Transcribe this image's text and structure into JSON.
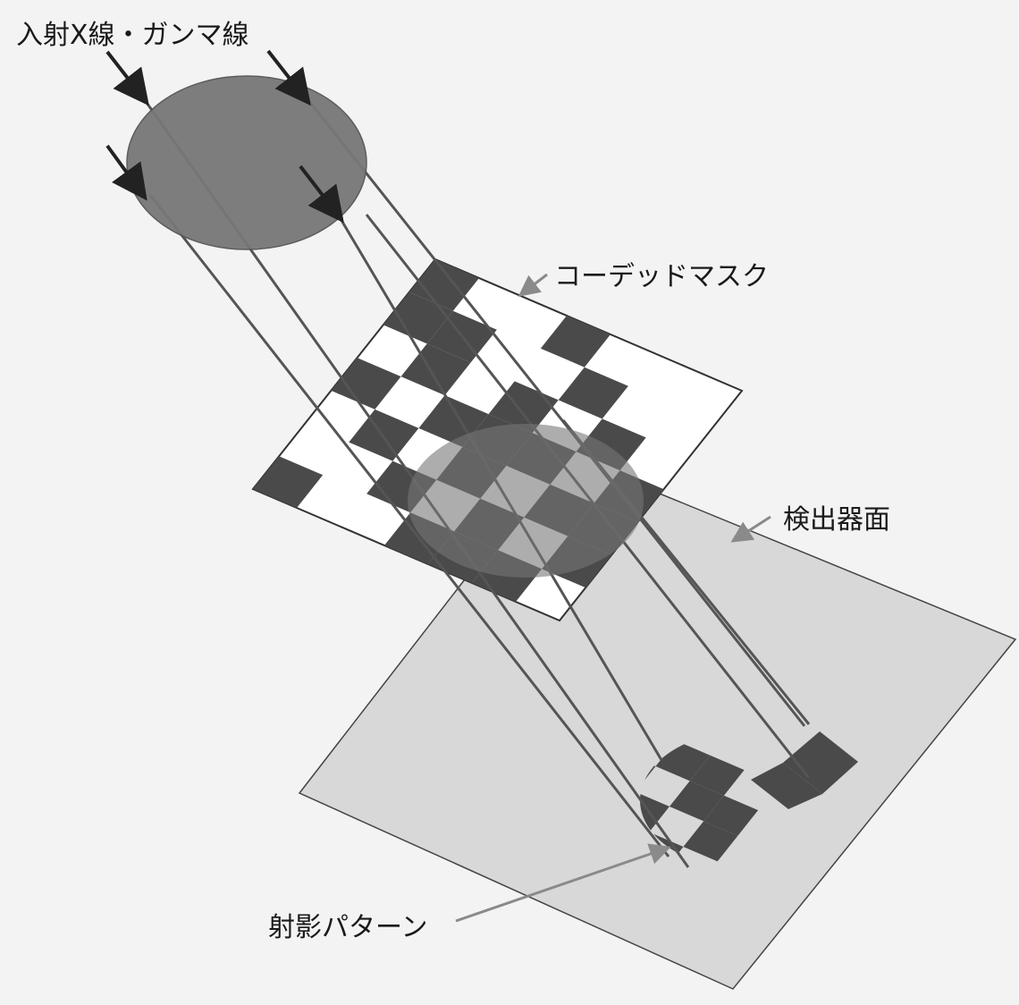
{
  "labels": {
    "incident": "入射X線・ガンマ線",
    "mask": "コーデッドマスク",
    "detector": "検出器面",
    "pattern": "射影パターン"
  },
  "colors": {
    "background": "#f3f3f3",
    "source": "#777777",
    "source_stroke": "#555555",
    "mask_dark": "#4a4a4a",
    "mask_light": "#ffffff",
    "mask_border": "#333333",
    "detector": "#d8d8d8",
    "detector_border": "#444444",
    "shadow": "#4a4a4a",
    "ray": "#555555",
    "arrow": "#222222",
    "pointer": "#8a8a8a"
  },
  "mask_grid": [
    [
      1,
      0,
      0,
      1,
      0,
      0,
      0
    ],
    [
      1,
      1,
      0,
      0,
      1,
      0,
      0
    ],
    [
      0,
      1,
      0,
      1,
      0,
      1,
      0
    ],
    [
      1,
      0,
      1,
      1,
      1,
      0,
      1
    ],
    [
      0,
      1,
      0,
      1,
      0,
      1,
      1
    ],
    [
      0,
      0,
      1,
      0,
      1,
      0,
      1
    ],
    [
      1,
      0,
      0,
      1,
      1,
      1,
      0
    ]
  ]
}
